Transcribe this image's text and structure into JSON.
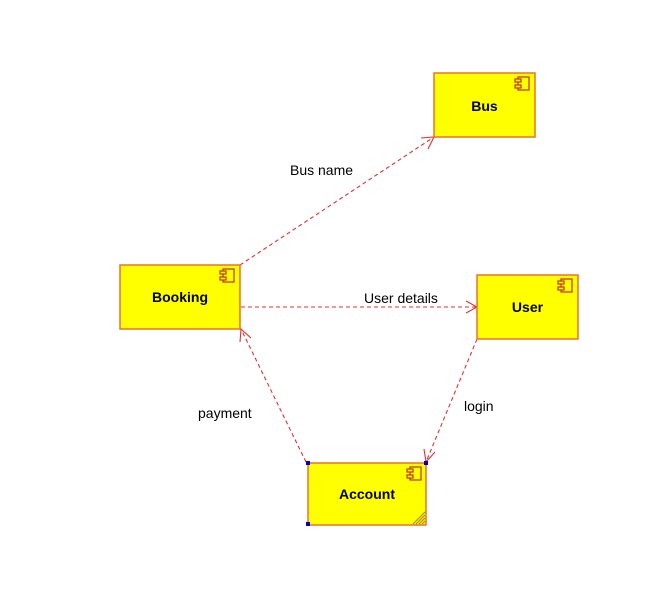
{
  "diagram": {
    "components": [
      {
        "id": "bus",
        "label": "Bus"
      },
      {
        "id": "booking",
        "label": "Booking"
      },
      {
        "id": "user",
        "label": "User"
      },
      {
        "id": "account",
        "label": "Account",
        "selected": true
      }
    ],
    "dependencies": [
      {
        "from": "booking",
        "to": "bus",
        "label": "Bus name"
      },
      {
        "from": "booking",
        "to": "user",
        "label": "User details"
      },
      {
        "from": "user",
        "to": "account",
        "label": "login"
      },
      {
        "from": "account",
        "to": "booking",
        "label": "payment"
      }
    ],
    "colors": {
      "component_fill": "#ffff00",
      "component_border": "#e8742a",
      "dependency_line": "#e03030",
      "selection_handle": "#0000cc"
    }
  }
}
